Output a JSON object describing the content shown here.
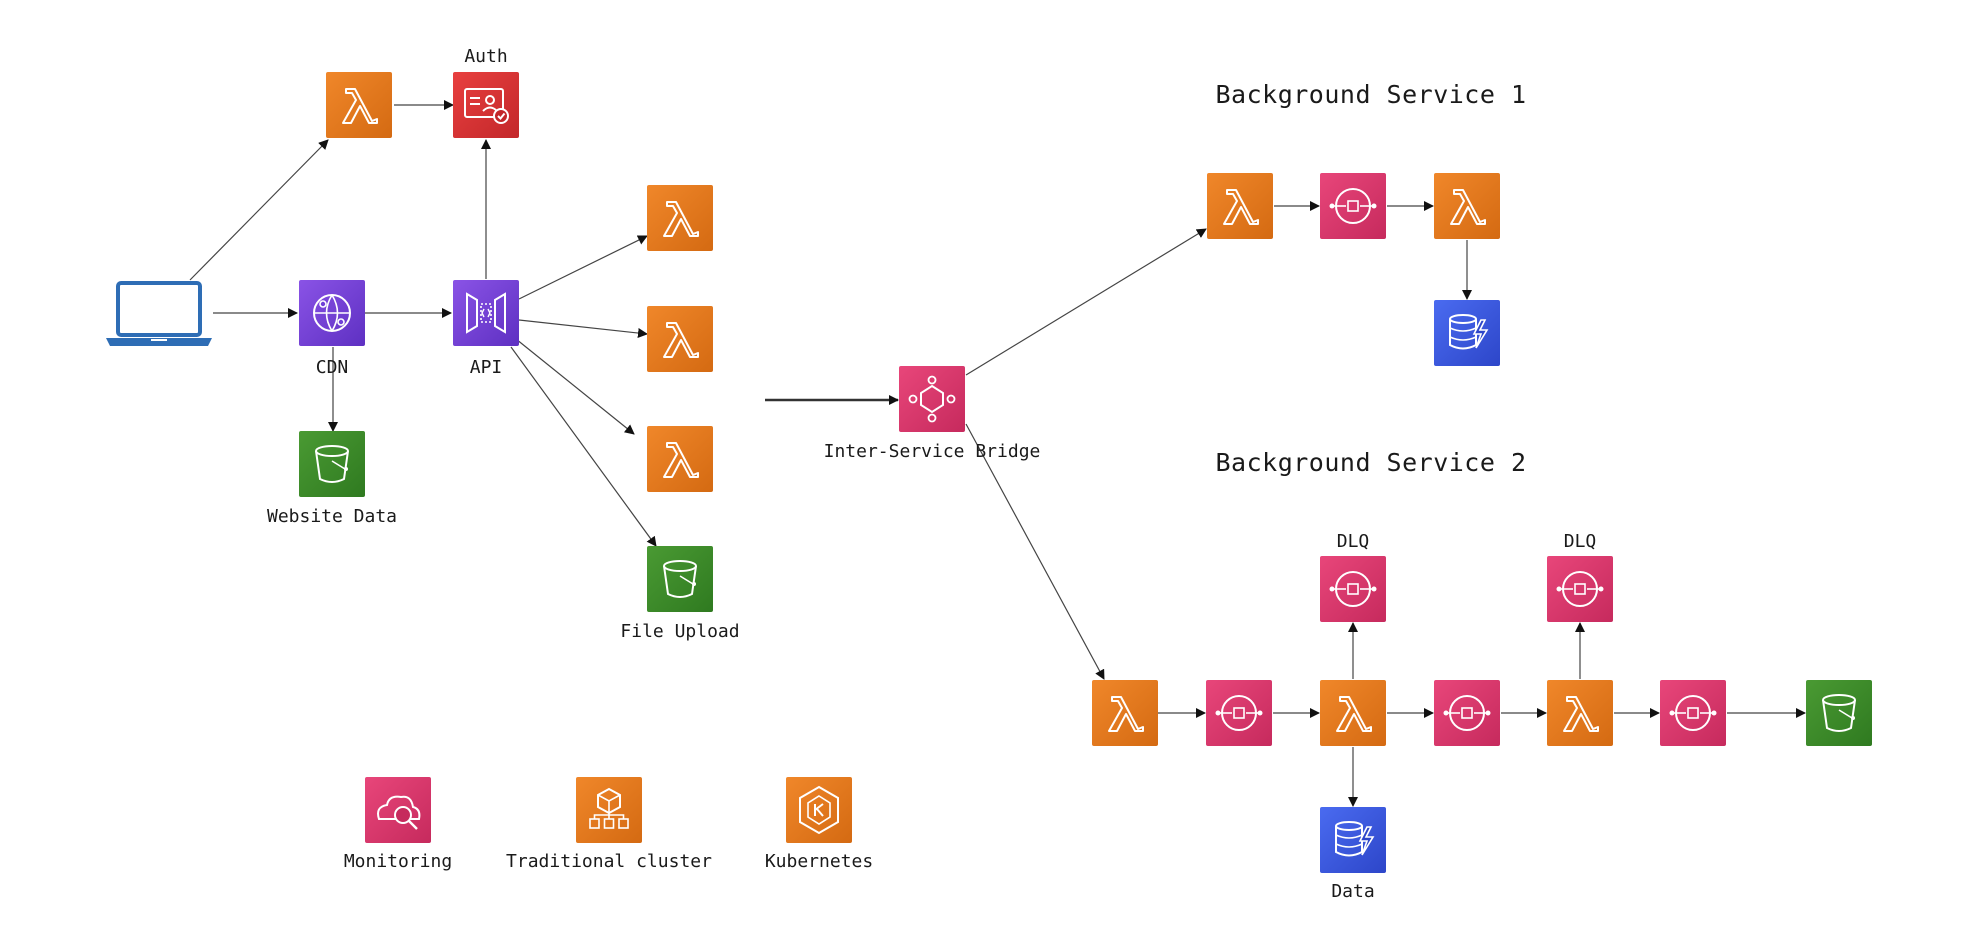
{
  "labels": {
    "auth": "Auth",
    "cdn": "CDN",
    "api": "API",
    "website_data": "Website Data",
    "file_upload": "File Upload",
    "bridge": "Inter-Service Bridge",
    "bg1": "Background Service 1",
    "bg2": "Background Service 2",
    "dlq1": "DLQ",
    "dlq2": "DLQ",
    "data": "Data",
    "monitoring": "Monitoring",
    "traditional": "Traditional cluster",
    "kubernetes": "Kubernetes"
  },
  "colors": {
    "compute": "#e8801f",
    "security": "#d6333a",
    "networking": "#7040d8",
    "storage": "#3d8a2b",
    "integration": "#da3a6c",
    "database": "#3b5bdb",
    "client": "#2e6db5",
    "edge": "#222222"
  },
  "icons": {
    "client": "laptop-icon",
    "lambda": "lambda-icon",
    "auth": "auth-icon",
    "cdn": "cdn-icon",
    "api": "api-gateway-icon",
    "bucket": "bucket-icon",
    "queue": "queue-icon",
    "bridge": "event-bridge-icon",
    "dynamo": "dynamodb-icon",
    "monitoring": "monitoring-icon",
    "ecs": "container-cluster-icon",
    "kubernetes": "kubernetes-icon"
  }
}
